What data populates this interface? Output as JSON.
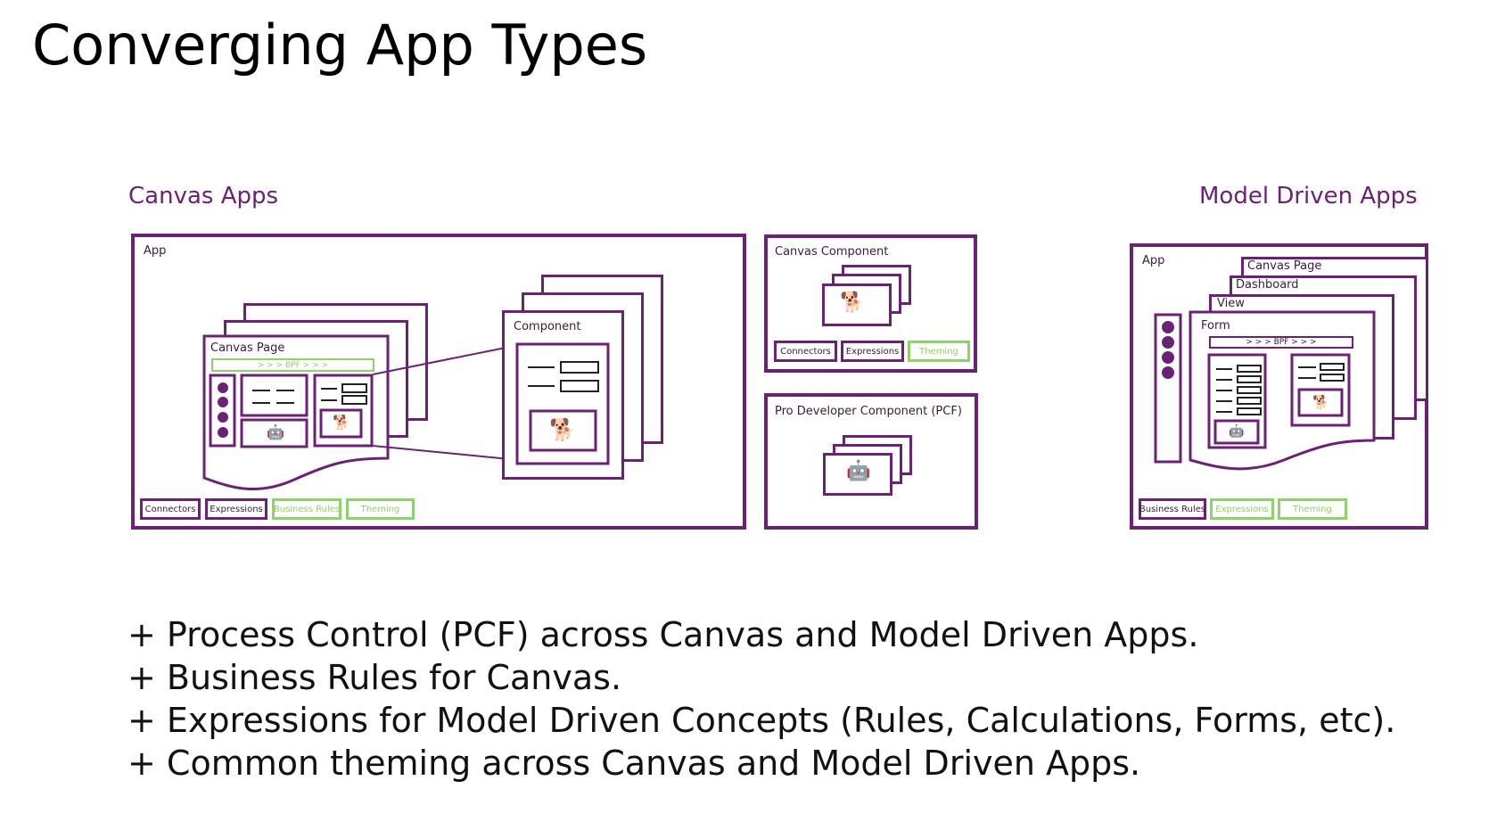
{
  "page": {
    "title": "Converging App Types"
  },
  "canvas_section": {
    "heading": "Canvas Apps",
    "app_label": "App",
    "page_label": "Canvas Page",
    "bpf_label": "> > > BPF > > >",
    "component_label": "Component",
    "pills": [
      "Connectors",
      "Expressions",
      "Business Rules",
      "Theming"
    ]
  },
  "canvas_component": {
    "label": "Canvas Component",
    "pills": [
      "Connectors",
      "Expressions",
      "Theming"
    ]
  },
  "pcf_component": {
    "label": "Pro Developer Component (PCF)"
  },
  "model_section": {
    "heading": "Model Driven Apps",
    "app_label": "App",
    "canvas_page_label": "Canvas Page",
    "dashboard_label": "Dashboard",
    "view_label": "View",
    "form_label": "Form",
    "bpf_label": "> > > BPF > > >",
    "pills": [
      "Business Rules",
      "Expressions",
      "Theming"
    ]
  },
  "bullets": [
    "+ Process Control (PCF) across Canvas and Model Driven Apps.",
    "+ Business Rules for Canvas.",
    "+ Expressions for Model Driven Concepts (Rules, Calculations, Forms, etc).",
    "+ Common theming across Canvas and Model Driven Apps."
  ],
  "colors": {
    "accent": "#6b2275",
    "highlight": "#8fd16a"
  }
}
